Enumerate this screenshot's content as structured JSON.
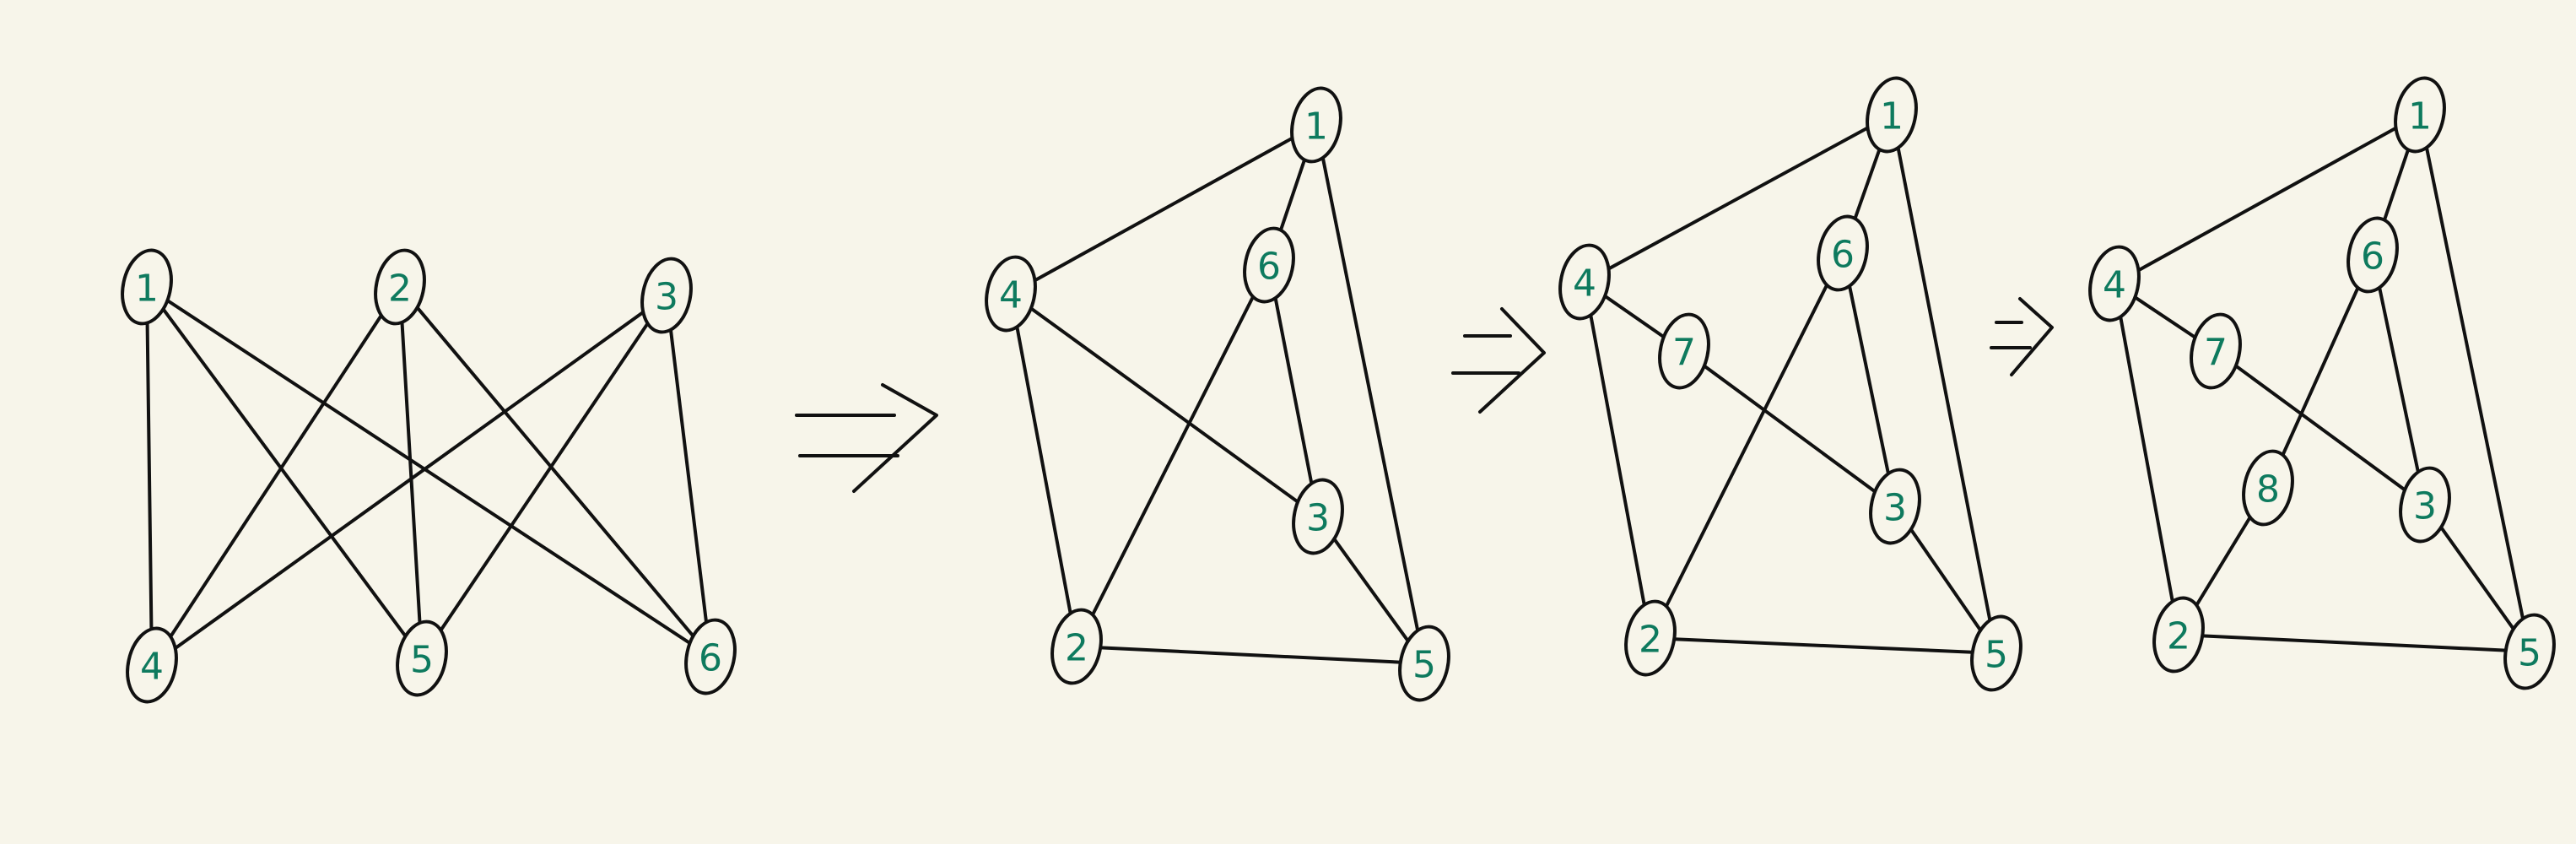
{
  "colors": {
    "background": "#f7f5ea",
    "stroke": "#111111",
    "node_label": "#0e7a5e"
  },
  "graphs": [
    {
      "id": "g1",
      "nodes": [
        "1",
        "2",
        "3",
        "4",
        "5",
        "6"
      ],
      "edges": [
        [
          "1",
          "4"
        ],
        [
          "1",
          "5"
        ],
        [
          "1",
          "6"
        ],
        [
          "2",
          "4"
        ],
        [
          "2",
          "5"
        ],
        [
          "2",
          "6"
        ],
        [
          "3",
          "4"
        ],
        [
          "3",
          "5"
        ],
        [
          "3",
          "6"
        ]
      ]
    },
    {
      "id": "g2",
      "nodes": [
        "1",
        "6",
        "4",
        "3",
        "2",
        "5"
      ],
      "edges": [
        [
          "4",
          "1"
        ],
        [
          "1",
          "6"
        ],
        [
          "1",
          "5"
        ],
        [
          "4",
          "3"
        ],
        [
          "4",
          "2"
        ],
        [
          "6",
          "3"
        ],
        [
          "6",
          "2"
        ],
        [
          "2",
          "5"
        ],
        [
          "3",
          "5"
        ]
      ]
    },
    {
      "id": "g3",
      "nodes": [
        "1",
        "6",
        "4",
        "7",
        "3",
        "2",
        "5"
      ],
      "edges": [
        [
          "4",
          "1"
        ],
        [
          "1",
          "6"
        ],
        [
          "1",
          "5"
        ],
        [
          "4",
          "7"
        ],
        [
          "7",
          "3"
        ],
        [
          "4",
          "2"
        ],
        [
          "6",
          "3"
        ],
        [
          "6",
          "2"
        ],
        [
          "2",
          "5"
        ],
        [
          "3",
          "5"
        ]
      ]
    },
    {
      "id": "g4",
      "nodes": [
        "1",
        "6",
        "4",
        "7",
        "8",
        "3",
        "2",
        "5"
      ],
      "edges": [
        [
          "4",
          "1"
        ],
        [
          "1",
          "6"
        ],
        [
          "1",
          "5"
        ],
        [
          "4",
          "7"
        ],
        [
          "7",
          "3"
        ],
        [
          "4",
          "2"
        ],
        [
          "6",
          "3"
        ],
        [
          "6",
          "8"
        ],
        [
          "8",
          "2"
        ],
        [
          "2",
          "5"
        ],
        [
          "3",
          "5"
        ]
      ]
    }
  ]
}
